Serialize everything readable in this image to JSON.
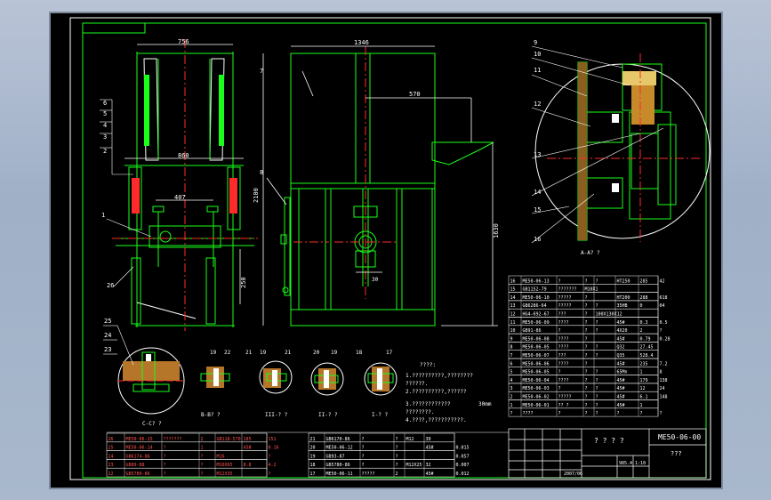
{
  "drawing": {
    "title_block": {
      "drawing_no": "ME50-06-00",
      "name": "? ? ? ?",
      "sub": "???",
      "weight": "985.4",
      "scale": "1:10",
      "date": "2007/06"
    },
    "dimensions": {
      "front_width": "756",
      "front_inner": "860",
      "front_span": "407",
      "side_width": "1346",
      "side_height": "2100",
      "side_offset": "570",
      "side_rise": "1630",
      "front_low": "250",
      "small_dim": "30"
    },
    "section_labels": [
      "A-A? ?",
      "B-B? ?",
      "C-C? ?",
      "III-? ?",
      "II-? ?",
      "I-? ?"
    ],
    "tech_notes": [
      "????:",
      "1.??????????,????????",
      "  ??????.",
      "2.??????????,??????",
      "3.????????????",
      "  ????????.",
      "4.????,???????????."
    ],
    "note_dim": "30mm",
    "callouts_left": [
      "6",
      "5",
      "4",
      "3",
      "2",
      "1",
      "26",
      "25",
      "24",
      "23"
    ],
    "callouts_right": [
      "9",
      "10",
      "11",
      "12",
      "13",
      "14",
      "15",
      "16"
    ],
    "section_numbers": [
      "19",
      "22",
      "21",
      "19",
      "21",
      "20",
      "19",
      "18",
      "17"
    ],
    "upper_bom": [
      [
        "16",
        "ME50-06-13",
        "?",
        "?",
        "?",
        "HT250",
        "285",
        "42"
      ],
      [
        "15",
        "GB1152-79",
        "???????",
        "M10X1",
        "",
        "",
        "",
        ""
      ],
      [
        "14",
        "ME50-06-10",
        "?????",
        "?",
        "",
        "HT200",
        "288",
        "618"
      ],
      [
        "13",
        "GB6286-64",
        "?????",
        "?",
        "?",
        "35HB",
        "0",
        "04"
      ],
      [
        "12",
        "HG4-692-67",
        "???",
        "?",
        "100X130X12",
        "",
        "",
        ""
      ],
      [
        "11",
        "ME50-06-09",
        "????",
        "?",
        "?",
        "45#",
        "0.3",
        "0.5"
      ],
      [
        "10",
        "GB91-86",
        "?",
        "?",
        "?",
        "4X20",
        "2",
        "?"
      ],
      [
        "9",
        "ME50-06-08",
        "????",
        "?",
        "",
        "45#",
        "0.79",
        "0.28"
      ],
      [
        "8",
        "ME50-06-05",
        "????",
        "?",
        "?",
        "Q32",
        "27.45",
        ""
      ],
      [
        "7",
        "ME50-06-07",
        "???",
        "?",
        "?",
        "Q35",
        "528.4",
        ""
      ],
      [
        "6",
        "ME50-06-06",
        "????",
        "?",
        "",
        "45#",
        "235",
        "7.2"
      ],
      [
        "5",
        "ME50-06-05",
        "?",
        "?",
        "?",
        "65Mn",
        "1",
        "8"
      ],
      [
        "4",
        "ME50-06-04",
        "????",
        "?",
        "?",
        "45#",
        "179",
        "138"
      ],
      [
        "3",
        "ME50-06-03",
        "?",
        "?",
        "?",
        "45#",
        "12",
        "24"
      ],
      [
        "2",
        "ME50-06-02",
        "?????",
        "?",
        "?",
        "45#",
        "6.1",
        "148"
      ],
      [
        "1",
        "ME50-06-01",
        "?? ?",
        "?",
        "?",
        "45#",
        "1",
        ""
      ]
    ],
    "upper_bom_header": [
      "?",
      "????",
      "?",
      "?",
      "?",
      "?",
      "?",
      "?"
    ],
    "lower_bom_left": [
      [
        "26",
        "ME50-06-15",
        "???????",
        "2",
        "GB118-570",
        "185",
        "151"
      ],
      [
        "25",
        "ME50-06-14",
        "?",
        "1",
        "",
        "45#",
        "0.16"
      ],
      [
        "24",
        "GB6174-86",
        "?",
        "?",
        "M16",
        "",
        "?"
      ],
      [
        "23",
        "GB89-88",
        "?",
        "?",
        "M10X65",
        "8.8",
        "4.2"
      ],
      [
        "22",
        "GB5780-86",
        "?",
        "?",
        "M12X35",
        "",
        "?"
      ]
    ],
    "lower_bom_mid": [
      [
        "21",
        "GB6170-86",
        "?",
        "?",
        "M12",
        "30",
        ""
      ],
      [
        "20",
        "ME50-06-12",
        "?",
        "?",
        "",
        "45#",
        "0.015"
      ],
      [
        "19",
        "GB93-87",
        "?",
        "?",
        "",
        "",
        "0.057"
      ],
      [
        "18",
        "GB5780-86",
        "?",
        "?",
        "M12X25",
        "32",
        "0.007"
      ],
      [
        "17",
        "ME50-06-11",
        "?????",
        "2",
        "",
        "45#",
        "0.012"
      ]
    ]
  }
}
